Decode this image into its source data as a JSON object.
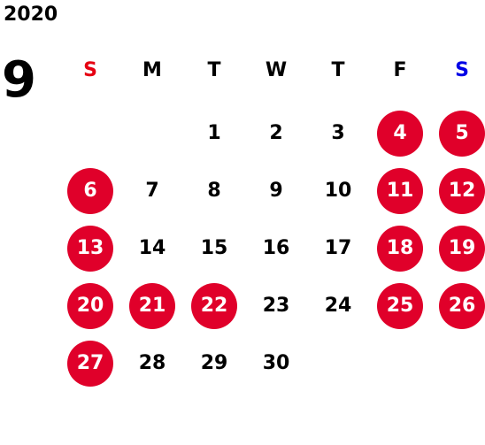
{
  "calendar": {
    "year": "2020",
    "month": "9",
    "colors": {
      "holiday_bg": "#e0002a",
      "holiday_text": "#ffffff",
      "sunday_header": "#e60012",
      "saturday_header": "#0000e6",
      "text": "#000000"
    },
    "weekdays": [
      {
        "label": "S",
        "color": "#e60012"
      },
      {
        "label": "M",
        "color": "#000000"
      },
      {
        "label": "T",
        "color": "#000000"
      },
      {
        "label": "W",
        "color": "#000000"
      },
      {
        "label": "T",
        "color": "#000000"
      },
      {
        "label": "F",
        "color": "#000000"
      },
      {
        "label": "S",
        "color": "#0000e6"
      }
    ],
    "weeks": [
      [
        null,
        null,
        {
          "d": "1",
          "h": false
        },
        {
          "d": "2",
          "h": false
        },
        {
          "d": "3",
          "h": false
        },
        {
          "d": "4",
          "h": true
        },
        {
          "d": "5",
          "h": true
        }
      ],
      [
        {
          "d": "6",
          "h": true
        },
        {
          "d": "7",
          "h": false
        },
        {
          "d": "8",
          "h": false
        },
        {
          "d": "9",
          "h": false
        },
        {
          "d": "10",
          "h": false
        },
        {
          "d": "11",
          "h": true
        },
        {
          "d": "12",
          "h": true
        }
      ],
      [
        {
          "d": "13",
          "h": true
        },
        {
          "d": "14",
          "h": false
        },
        {
          "d": "15",
          "h": false
        },
        {
          "d": "16",
          "h": false
        },
        {
          "d": "17",
          "h": false
        },
        {
          "d": "18",
          "h": true
        },
        {
          "d": "19",
          "h": true
        }
      ],
      [
        {
          "d": "20",
          "h": true
        },
        {
          "d": "21",
          "h": true
        },
        {
          "d": "22",
          "h": true
        },
        {
          "d": "23",
          "h": false
        },
        {
          "d": "24",
          "h": false
        },
        {
          "d": "25",
          "h": true
        },
        {
          "d": "26",
          "h": true
        }
      ],
      [
        {
          "d": "27",
          "h": true
        },
        {
          "d": "28",
          "h": false
        },
        {
          "d": "29",
          "h": false
        },
        {
          "d": "30",
          "h": false
        },
        null,
        null,
        null
      ]
    ]
  }
}
